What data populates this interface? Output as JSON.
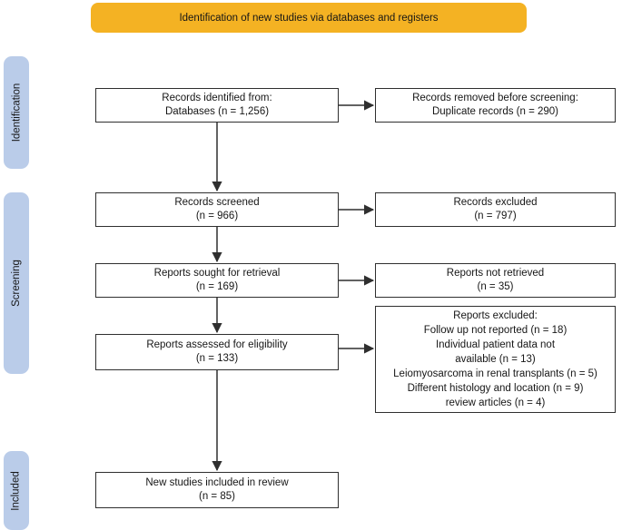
{
  "banner": {
    "label": "Identification of new studies via databases and registers"
  },
  "sidebar": {
    "items": [
      {
        "label": "Identification"
      },
      {
        "label": "Screening"
      },
      {
        "label": "Included"
      }
    ]
  },
  "flow": {
    "identified": {
      "line1": "Records identified from:",
      "line2": "Databases (n = 1,256)"
    },
    "removed": {
      "line1": "Records removed before screening:",
      "line2": "Duplicate records (n = 290)"
    },
    "screened": {
      "line1": "Records screened",
      "line2": "(n = 966)"
    },
    "excluded": {
      "line1": "Records excluded",
      "line2": "(n = 797)"
    },
    "sought": {
      "line1": "Reports sought for retrieval",
      "line2": "(n = 169)"
    },
    "not_retrieved": {
      "line1": "Reports not retrieved",
      "line2": "(n = 35)"
    },
    "assessed": {
      "line1": "Reports assessed for eligibility",
      "line2": "(n = 133)"
    },
    "reports_excluded": {
      "lines": [
        "Reports excluded:",
        "Follow up not reported (n = 18)",
        "Individual patient data not",
        "available (n = 13)",
        "Leiomyosarcoma in renal transplants (n = 5)",
        "Different histology and location (n = 9)",
        "review articles (n = 4)"
      ]
    },
    "included": {
      "line1": "New studies included in review",
      "line2": "(n = 85)"
    }
  },
  "colors": {
    "banner_bg": "#F4B223",
    "stage_bg": "#BACCE9",
    "box_border": "#2F2F2F",
    "arrow": "#2F2F2F"
  }
}
